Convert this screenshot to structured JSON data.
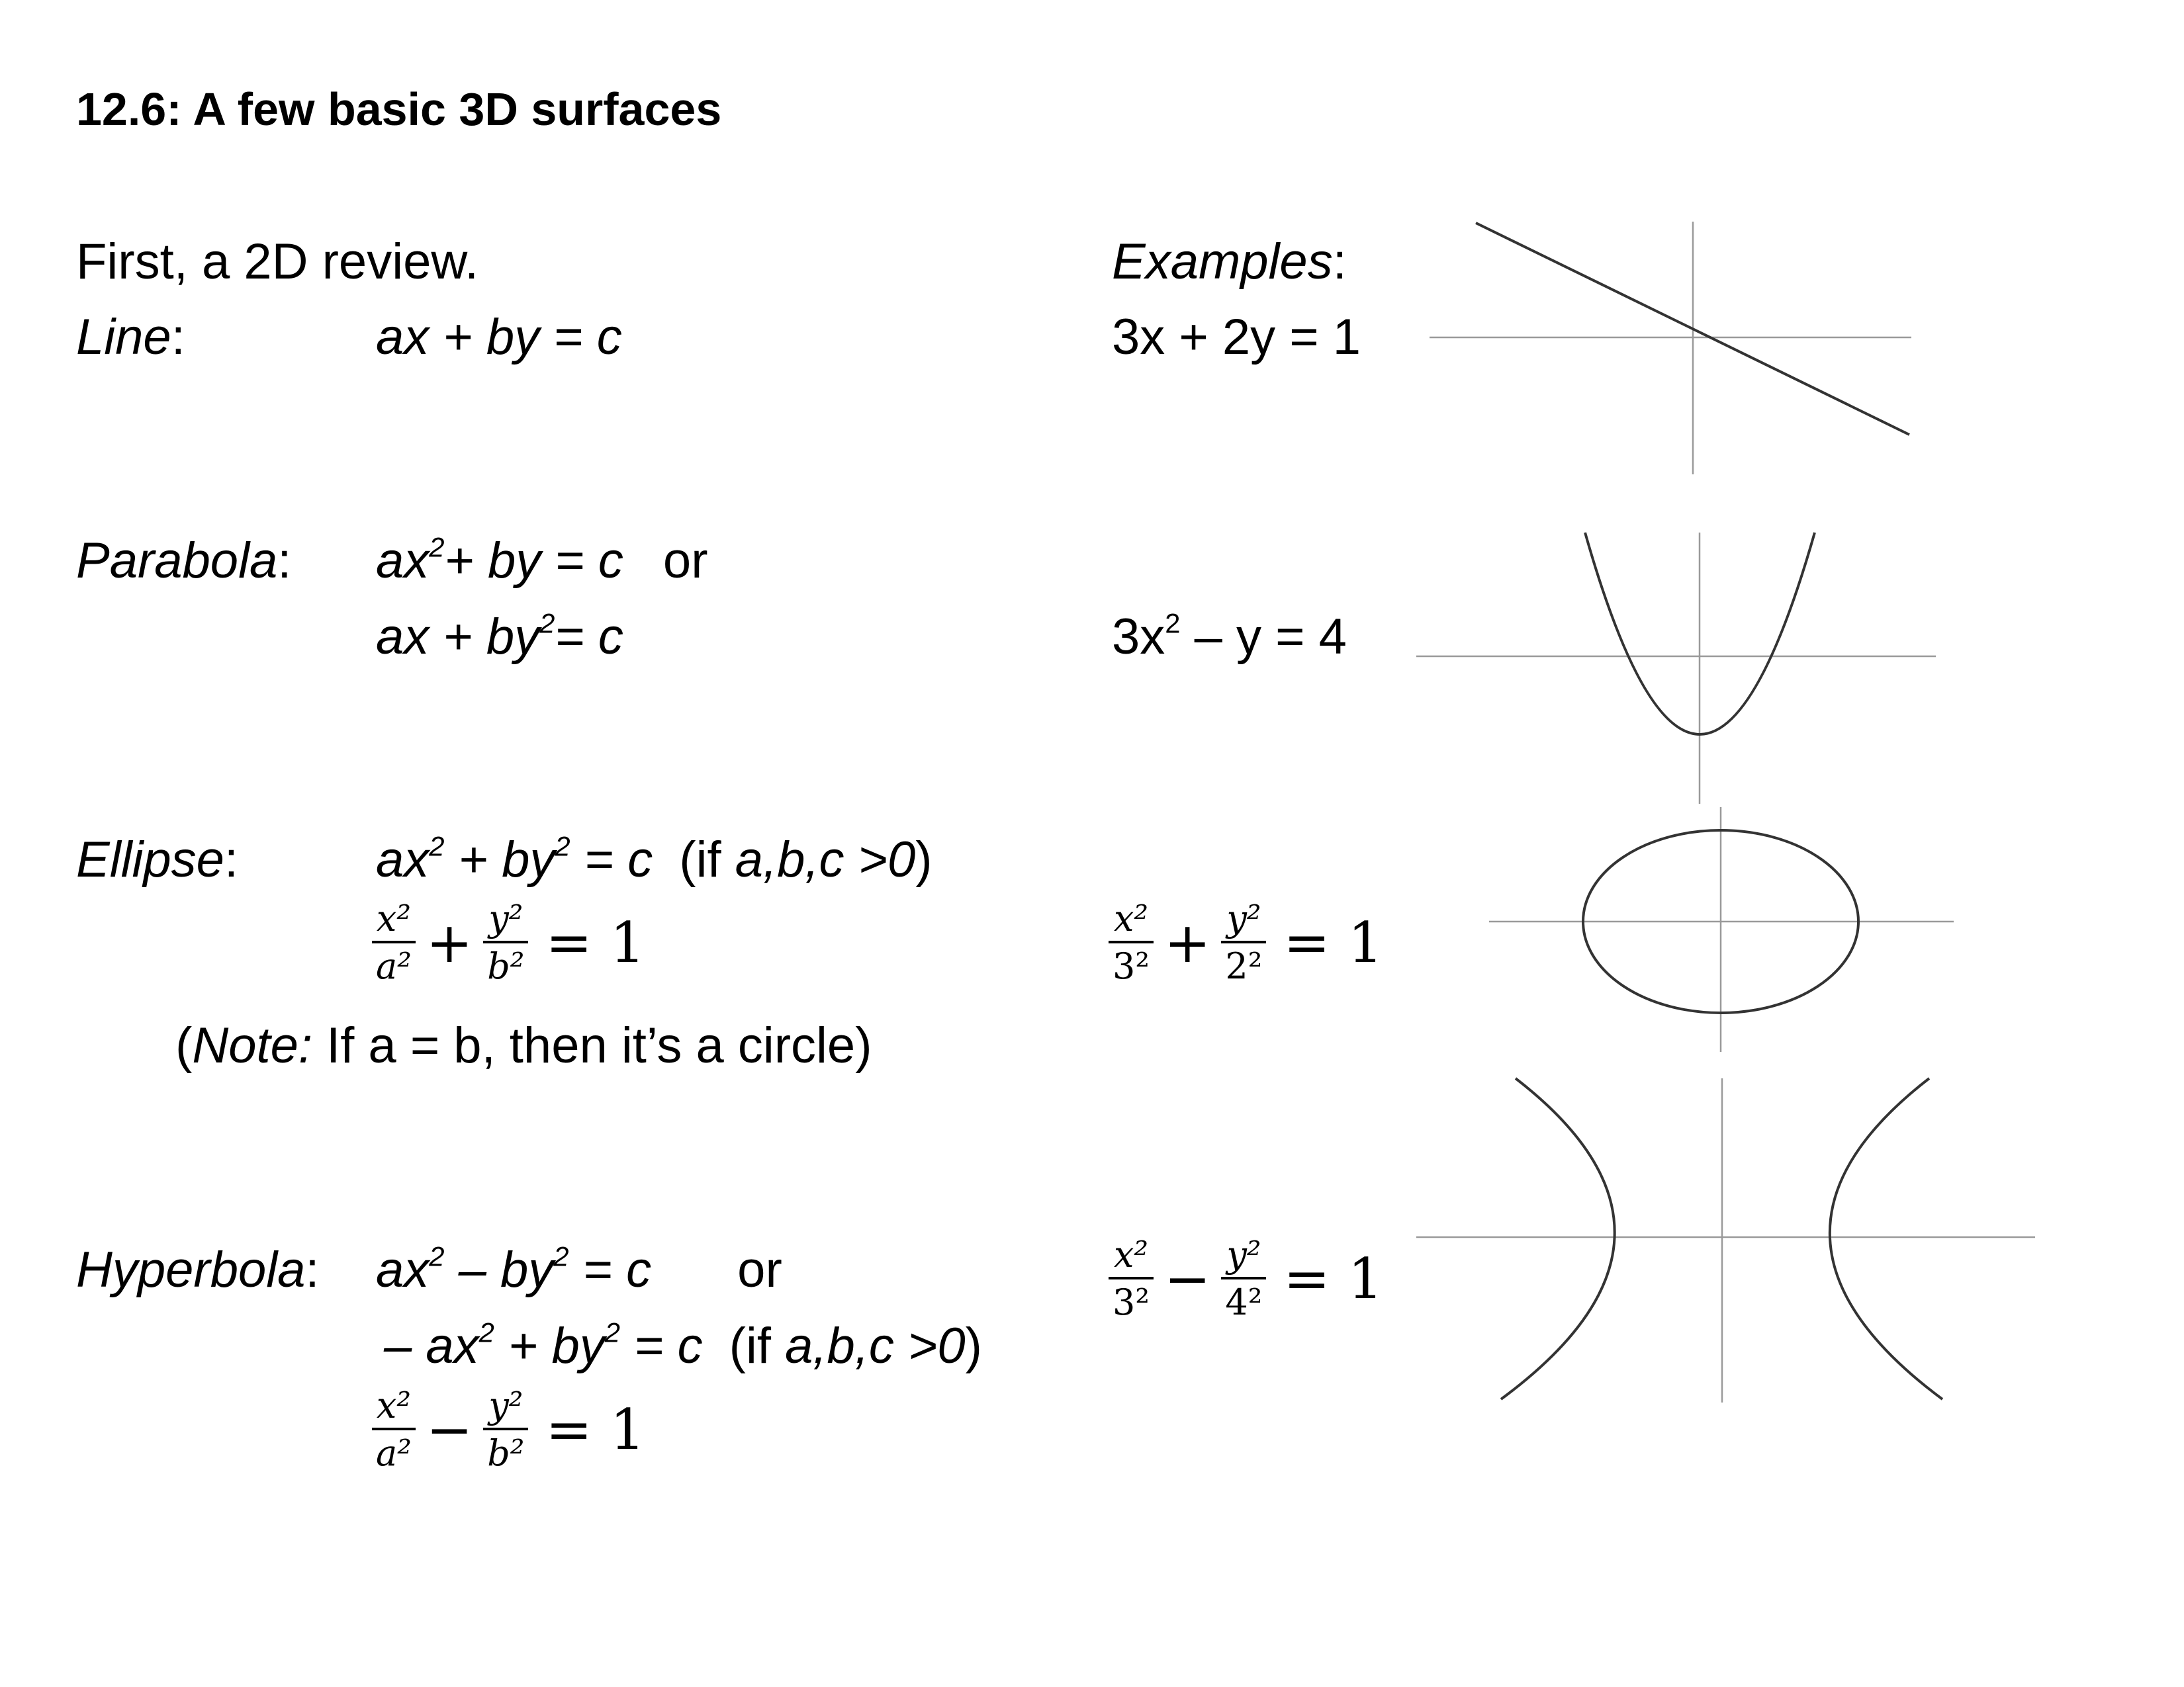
{
  "title": "12.6: A few basic 3D surfaces",
  "intro": "First, a 2D review.",
  "examples_label": "Examples",
  "line": {
    "label": "Line",
    "general": "ax + by = c",
    "example": "3x + 2y = 1"
  },
  "parabola": {
    "label": "Parabola",
    "form1_a": "ax",
    "form1_b": "+ by = c",
    "or": "or",
    "form2_a": "ax + by",
    "form2_b": "= c",
    "example_a": "3x",
    "example_b": " – y = 4"
  },
  "ellipse": {
    "label": "Ellipse",
    "form1_a": "ax",
    "form1_b": " + by",
    "form1_c": " = c",
    "condition_pre": "(if ",
    "condition_vars": "a,b,c >0",
    "condition_post": ")",
    "note_open": "(",
    "note_label": "Note:",
    "note_text": " If a = b, then it’s a circle)",
    "std_num1": "x²",
    "std_den1": "a²",
    "std_op": "+",
    "std_num2": "y²",
    "std_den2": "b²",
    "std_eq": "= 1",
    "ex_num1": "x²",
    "ex_den1": "3²",
    "ex_op": "+",
    "ex_num2": "y²",
    "ex_den2": "2²",
    "ex_eq": "= 1"
  },
  "hyperbola": {
    "label": "Hyperbola",
    "form1_a": "ax",
    "form1_b": " –  by",
    "form1_c": " = c",
    "or": "or",
    "form2_a": "– ax",
    "form2_b": " + by",
    "form2_c": " = c",
    "condition_pre": "(if ",
    "condition_vars": "a,b,c >0",
    "condition_post": ")",
    "std_num1": "x²",
    "std_den1": "a²",
    "std_op": "−",
    "std_num2": "y²",
    "std_den2": "b²",
    "std_eq": "= 1",
    "ex_num1": "x²",
    "ex_den1": "3²",
    "ex_op": "−",
    "ex_num2": "y²",
    "ex_den2": "4²",
    "ex_eq": "= 1"
  },
  "superscript_two": "2",
  "colon": ":"
}
